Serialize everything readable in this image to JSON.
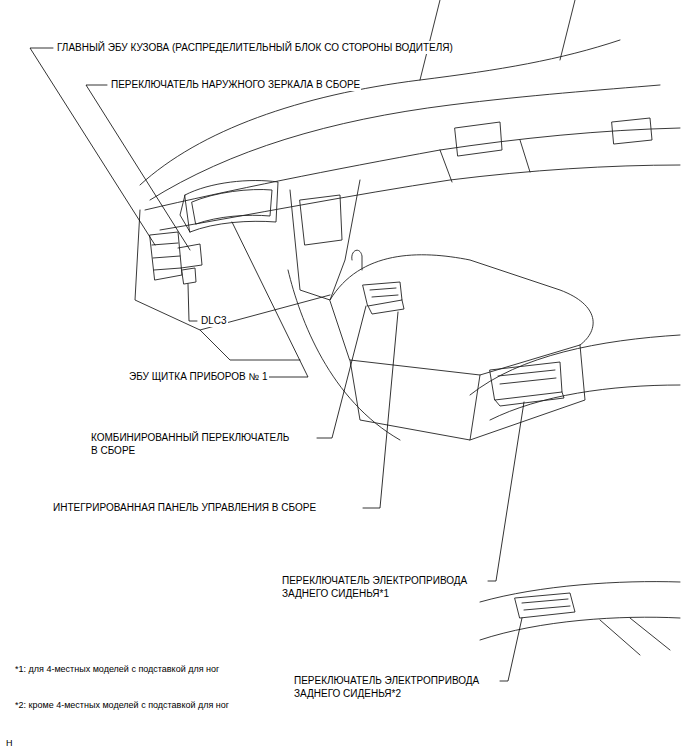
{
  "diagram": {
    "labels": [
      "ГЛАВНЫЙ ЭБУ КУЗОВА (РАСПРЕДЕЛИТЕЛЬНЫЙ БЛОК СО СТОРОНЫ ВОДИТЕЛЯ)",
      "ПЕРЕКЛЮЧАТЕЛЬ НАРУЖНОГО ЗЕРКАЛА В СБОРЕ",
      "DLC3",
      "ЭБУ ЩИТКА ПРИБОРОВ № 1",
      "КОМБИНИРОВАННЫЙ ПЕРЕКЛЮЧАТЕЛЬ В СБОРЕ",
      "ИНТЕГРИРОВАННАЯ ПАНЕЛЬ УПРАВЛЕНИЯ В СБОРЕ",
      "ПЕРЕКЛЮЧАТЕЛЬ ЭЛЕКТРОПРИВОДА ЗАДНЕГО СИДЕНЬЯ*1",
      "ПЕРЕКЛЮЧАТЕЛЬ ЭЛЕКТРОПРИВОДА ЗАДНЕГО СИДЕНЬЯ*2",
      "*1: для 4-местных моделей с подставкой для ног",
      "*2: кроме 4-местных моделей с подставкой для ног",
      "H"
    ]
  }
}
